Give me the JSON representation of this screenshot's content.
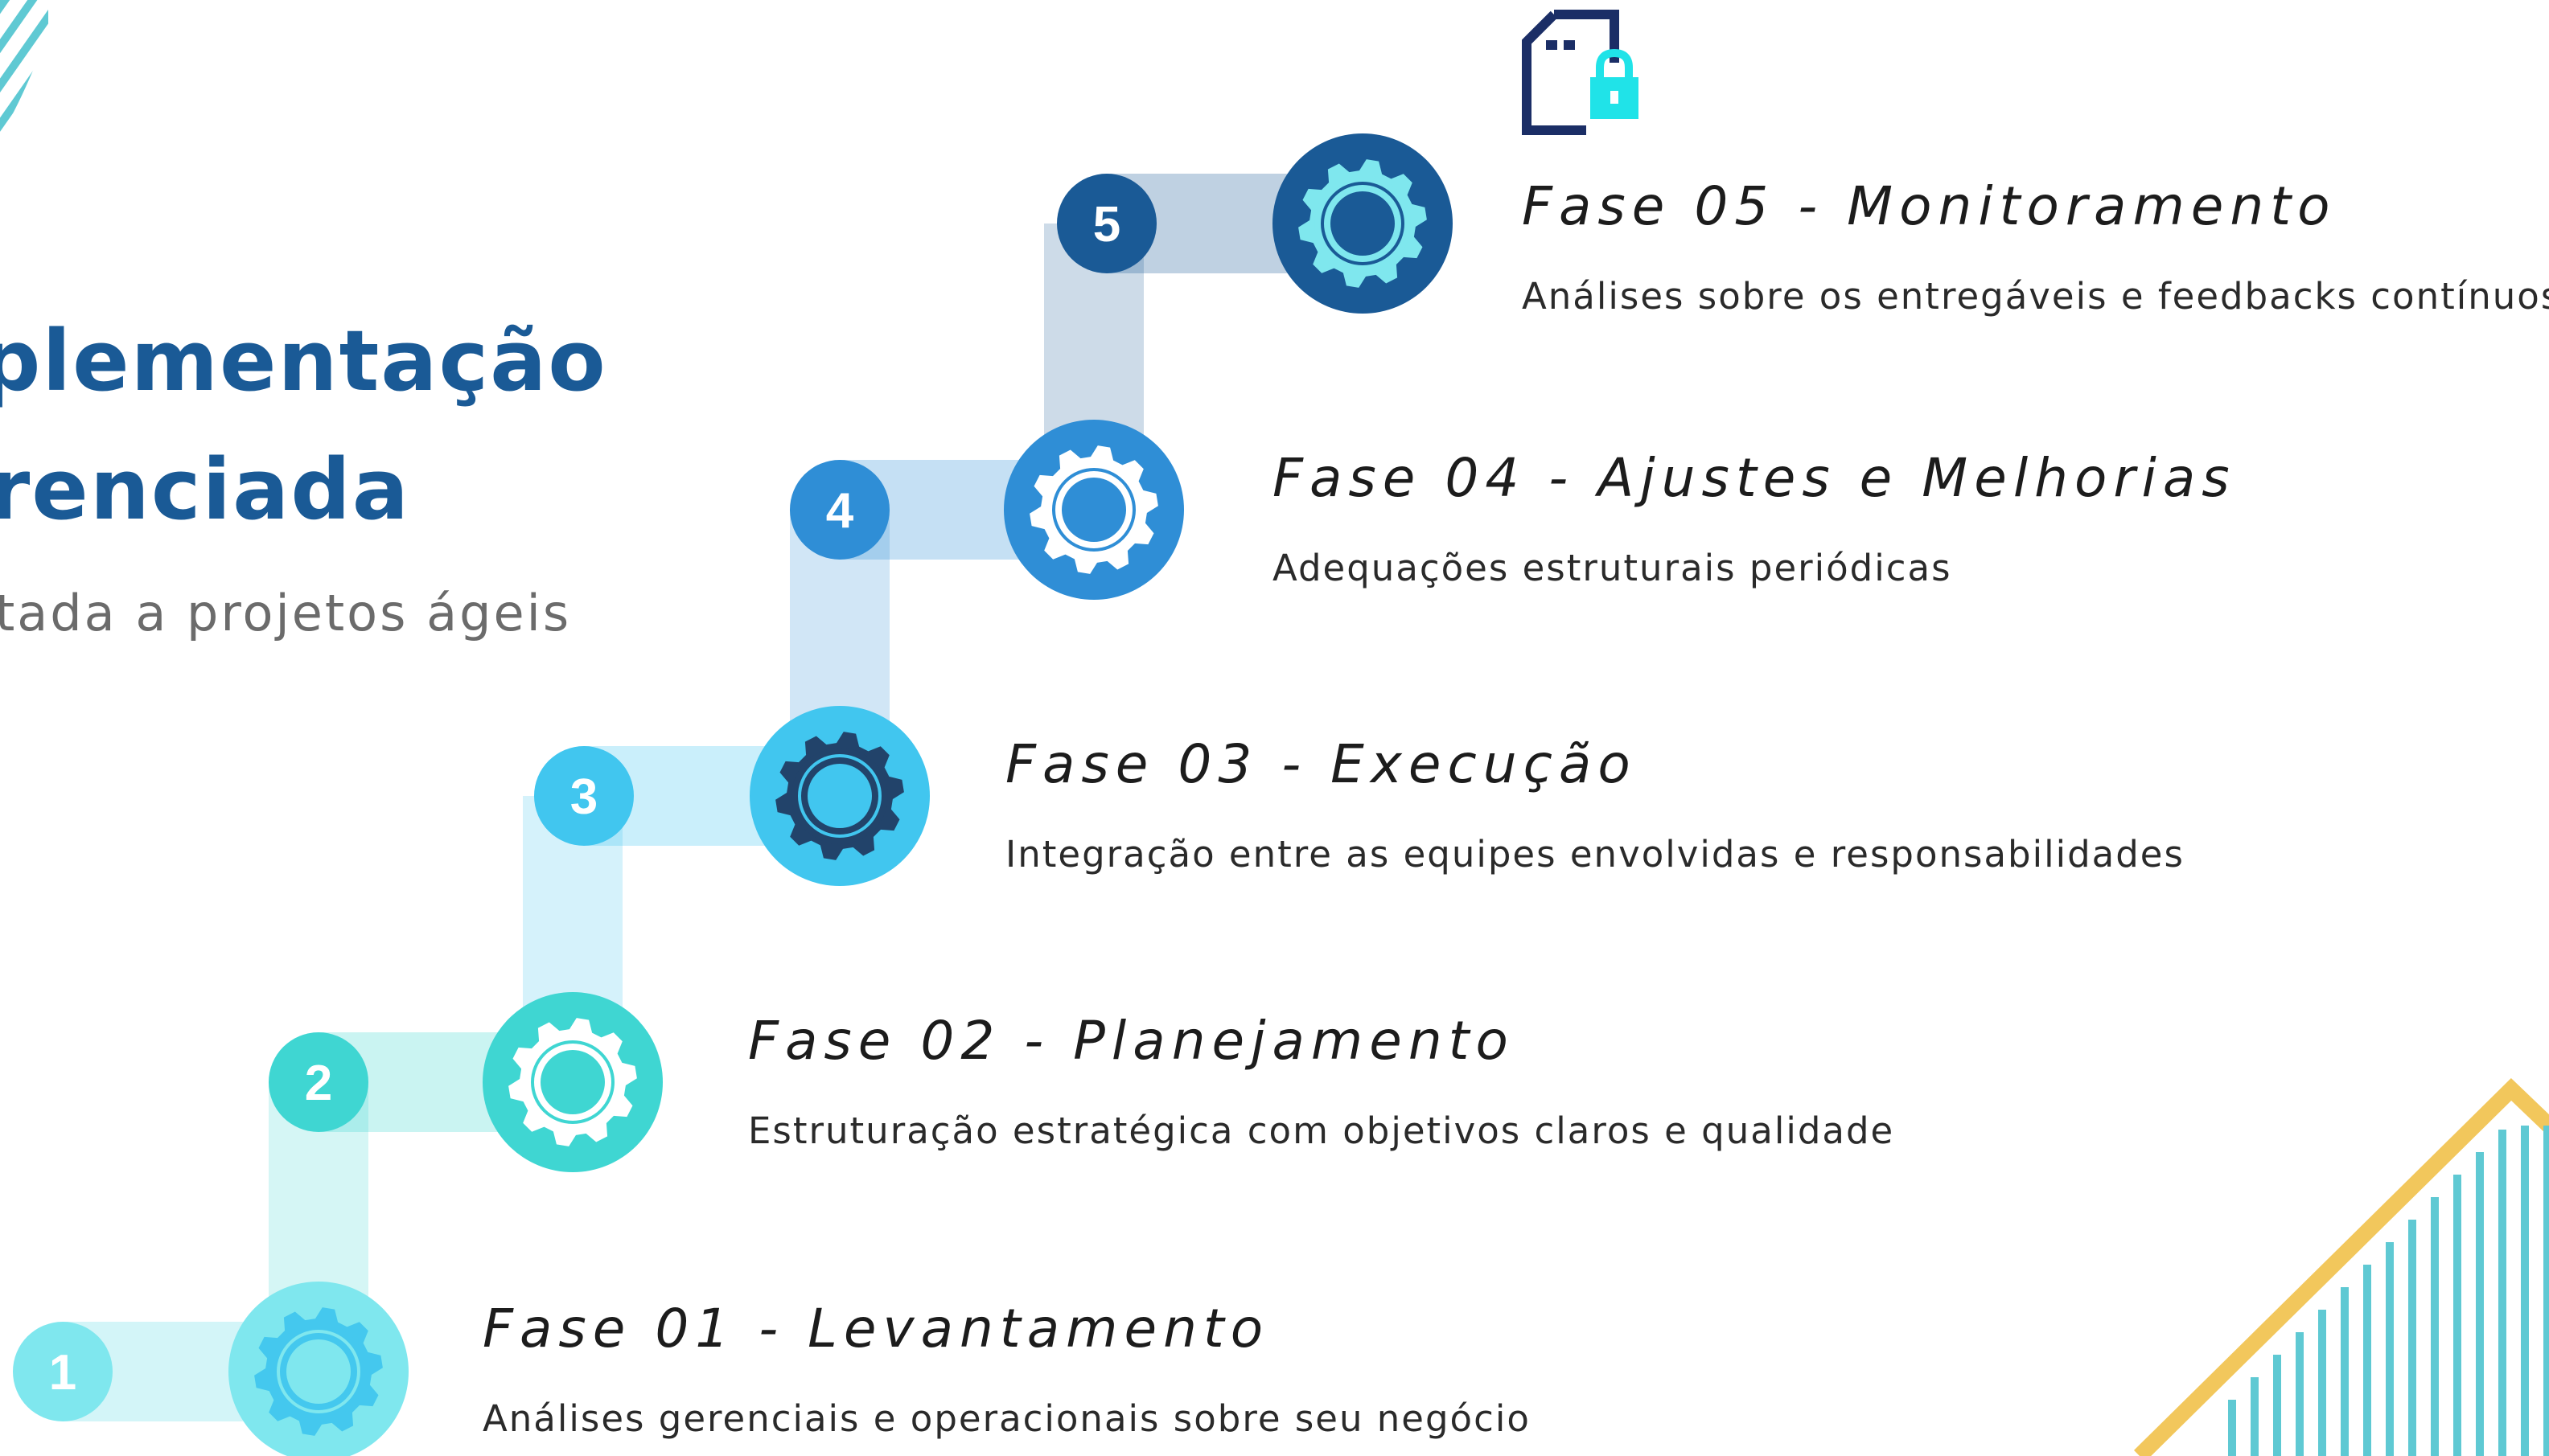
{
  "heading": {
    "title_line1": "plementação",
    "title_line2": "renciada",
    "subtitle": "tada a projetos ágeis"
  },
  "colors": {
    "title": "#1a5a96",
    "phase1": "#62dbe5",
    "phase2": "#3fd6d2",
    "phase3": "#41c6ef",
    "phase4": "#2f8ed6",
    "phase5": "#1a5a96",
    "accent_yellow": "#f2c75c",
    "accent_teal": "#5fc9d3"
  },
  "phases": [
    {
      "number": "1",
      "title": "Fase 01 - Levantamento",
      "description": "Análises gerenciais e operacionais sobre seu negócio",
      "icon": "gear-icon"
    },
    {
      "number": "2",
      "title": "Fase 02 - Planejamento",
      "description": "Estruturação estratégica com objetivos claros e qualidade",
      "icon": "gear-icon"
    },
    {
      "number": "3",
      "title": "Fase 03 - Execução",
      "description": "Integração entre as equipes envolvidas e responsabilidades",
      "icon": "gear-icon"
    },
    {
      "number": "4",
      "title": "Fase 04 - Ajustes e Melhorias",
      "description": "Adequações estruturais periódicas",
      "icon": "gear-icon"
    },
    {
      "number": "5",
      "title": "Fase 05 - Monitoramento",
      "description": "Análises sobre os entregáveis e feedbacks contínuos",
      "icon": "gear-icon"
    }
  ],
  "top_icon": "sd-card-lock-icon"
}
